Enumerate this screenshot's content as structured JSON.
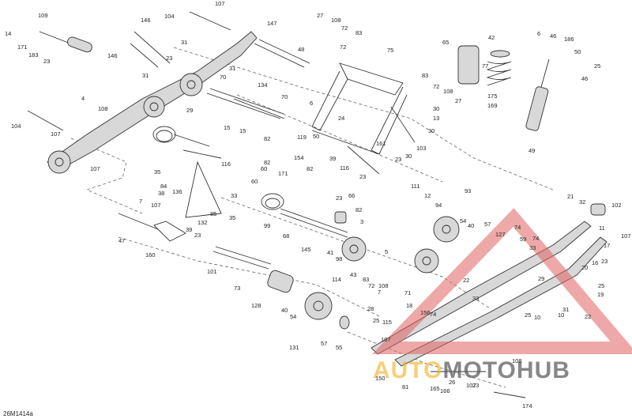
{
  "diagram_code": "26M1414a",
  "watermark": {
    "auto": "AUTO",
    "moto": "MOTO",
    "hub": "HUB"
  },
  "colors": {
    "watermark_red": "#e06060",
    "watermark_yellow": "#f0b020",
    "line": "#333333"
  },
  "labels": [
    {
      "t": "109"
    },
    {
      "t": "14"
    },
    {
      "t": "171"
    },
    {
      "t": "183"
    },
    {
      "t": "23"
    },
    {
      "t": "104"
    },
    {
      "t": "107"
    },
    {
      "t": "146"
    },
    {
      "t": "146"
    },
    {
      "t": "31"
    },
    {
      "t": "23"
    },
    {
      "t": "31"
    },
    {
      "t": "31"
    },
    {
      "t": "29"
    },
    {
      "t": "147"
    },
    {
      "t": "70"
    },
    {
      "t": "134"
    },
    {
      "t": "70"
    },
    {
      "t": "48"
    },
    {
      "t": "27"
    },
    {
      "t": "108"
    },
    {
      "t": "72"
    },
    {
      "t": "83"
    },
    {
      "t": "75"
    },
    {
      "t": "72"
    },
    {
      "t": "65"
    },
    {
      "t": "42"
    },
    {
      "t": "77"
    },
    {
      "t": "6"
    },
    {
      "t": "46"
    },
    {
      "t": "186"
    },
    {
      "t": "50"
    },
    {
      "t": "46"
    },
    {
      "t": "25"
    },
    {
      "t": "169"
    },
    {
      "t": "175"
    },
    {
      "t": "49"
    },
    {
      "t": "83"
    },
    {
      "t": "72"
    },
    {
      "t": "108"
    },
    {
      "t": "27"
    },
    {
      "t": "30"
    },
    {
      "t": "13"
    },
    {
      "t": "30"
    },
    {
      "t": "103"
    },
    {
      "t": "4"
    },
    {
      "t": "108"
    },
    {
      "t": "104"
    },
    {
      "t": "107"
    },
    {
      "t": "107"
    },
    {
      "t": "6"
    },
    {
      "t": "24"
    },
    {
      "t": "50"
    },
    {
      "t": "119"
    },
    {
      "t": "23"
    },
    {
      "t": "30"
    },
    {
      "t": "161"
    },
    {
      "t": "15"
    },
    {
      "t": "15"
    },
    {
      "t": "116"
    },
    {
      "t": "82"
    },
    {
      "t": "82"
    },
    {
      "t": "60"
    },
    {
      "t": "60"
    },
    {
      "t": "154"
    },
    {
      "t": "39"
    },
    {
      "t": "82"
    },
    {
      "t": "116"
    },
    {
      "t": "171"
    },
    {
      "t": "23"
    },
    {
      "t": "35"
    },
    {
      "t": "84"
    },
    {
      "t": "38"
    },
    {
      "t": "136"
    },
    {
      "t": "7"
    },
    {
      "t": "107"
    },
    {
      "t": "85"
    },
    {
      "t": "35"
    },
    {
      "t": "132"
    },
    {
      "t": "39"
    },
    {
      "t": "23"
    },
    {
      "t": "47"
    },
    {
      "t": "160"
    },
    {
      "t": "33"
    },
    {
      "t": "99"
    },
    {
      "t": "23"
    },
    {
      "t": "66"
    },
    {
      "t": "82"
    },
    {
      "t": "3"
    },
    {
      "t": "68"
    },
    {
      "t": "145"
    },
    {
      "t": "111"
    },
    {
      "t": "12"
    },
    {
      "t": "94"
    },
    {
      "t": "93"
    },
    {
      "t": "54"
    },
    {
      "t": "40"
    },
    {
      "t": "57"
    },
    {
      "t": "127"
    },
    {
      "t": "74"
    },
    {
      "t": "59"
    },
    {
      "t": "74"
    },
    {
      "t": "33"
    },
    {
      "t": "21"
    },
    {
      "t": "32"
    },
    {
      "t": "102"
    },
    {
      "t": "11"
    },
    {
      "t": "107"
    },
    {
      "t": "17"
    },
    {
      "t": "16"
    },
    {
      "t": "23"
    },
    {
      "t": "20"
    },
    {
      "t": "41"
    },
    {
      "t": "98"
    },
    {
      "t": "5"
    },
    {
      "t": "43"
    },
    {
      "t": "83"
    },
    {
      "t": "72"
    },
    {
      "t": "108"
    },
    {
      "t": "7"
    },
    {
      "t": "114"
    },
    {
      "t": "101"
    },
    {
      "t": "73"
    },
    {
      "t": "128"
    },
    {
      "t": "40"
    },
    {
      "t": "54"
    },
    {
      "t": "131"
    },
    {
      "t": "57"
    },
    {
      "t": "55"
    },
    {
      "t": "28"
    },
    {
      "t": "25"
    },
    {
      "t": "115"
    },
    {
      "t": "107"
    },
    {
      "t": "71"
    },
    {
      "t": "18"
    },
    {
      "t": "156"
    },
    {
      "t": "74"
    },
    {
      "t": "22"
    },
    {
      "t": "33"
    },
    {
      "t": "29"
    },
    {
      "t": "10"
    },
    {
      "t": "25"
    },
    {
      "t": "31"
    },
    {
      "t": "10"
    },
    {
      "t": "22"
    },
    {
      "t": "19"
    },
    {
      "t": "25"
    },
    {
      "t": "150"
    },
    {
      "t": "81"
    },
    {
      "t": "165"
    },
    {
      "t": "166"
    },
    {
      "t": "26"
    },
    {
      "t": "107"
    },
    {
      "t": "23"
    },
    {
      "t": "108"
    },
    {
      "t": "174"
    }
  ]
}
